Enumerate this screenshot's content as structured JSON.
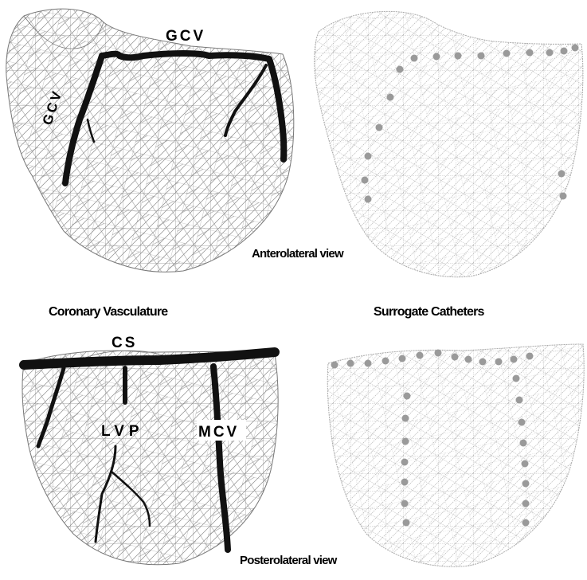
{
  "captions": {
    "anterolateral_view": "Anterolateral view",
    "coronary_vasculature": "Coronary Vasculature",
    "surrogate_catheters": "Surrogate Catheters",
    "posterolateral_view": "Posterolateral view"
  },
  "vessel_labels": {
    "gcv_top": "GCV",
    "gcv_side": "GCV",
    "cs": "CS",
    "lvp": "LVP",
    "mcv": "MCV"
  },
  "colors": {
    "mesh": "#8a8a8a",
    "vessel": "#111111",
    "catheter_marker": "#9a9a9a"
  }
}
